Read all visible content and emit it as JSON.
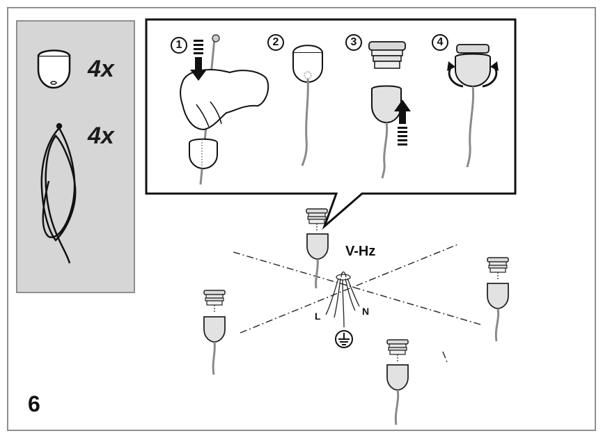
{
  "parts": {
    "canopy_qty": "4x",
    "cable_qty": "4x"
  },
  "steps": [
    {
      "number": "1"
    },
    {
      "number": "2"
    },
    {
      "number": "3"
    },
    {
      "number": "4"
    }
  ],
  "wiring": {
    "supply_label": "V-Hz",
    "live_label": "L",
    "neutral_label": "N",
    "earth_symbol": "ground-icon"
  },
  "page": {
    "step_number": "6"
  },
  "colors": {
    "panel_fill": "#d6d6d6",
    "panel_border": "#8e8e8e",
    "line": "#222222",
    "cable": "#8a8a8a",
    "canopy_fill": "#e2e2e2"
  }
}
